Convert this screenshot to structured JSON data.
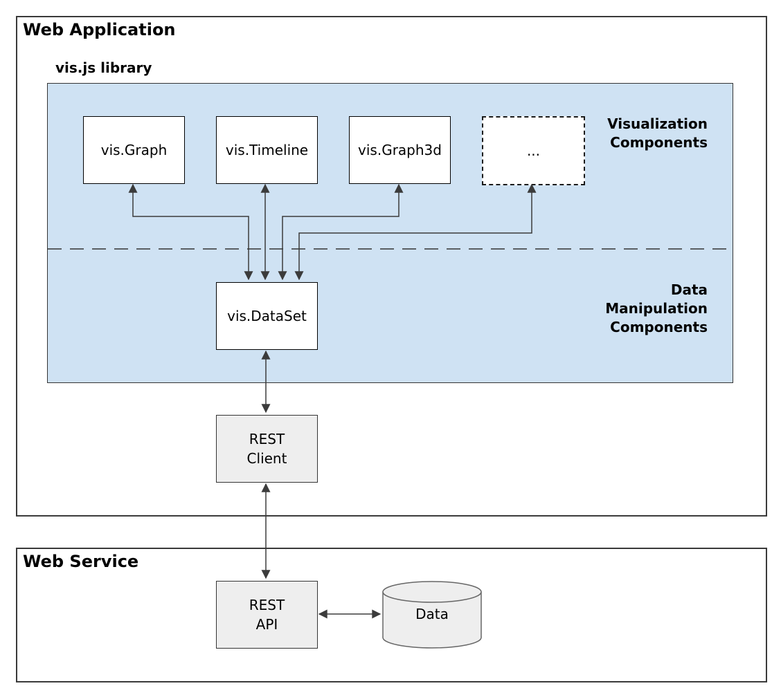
{
  "containers": {
    "web_application": "Web Application",
    "visjs_library": "vis.js library",
    "web_service": "Web Service"
  },
  "section_labels": {
    "visualization": "Visualization\nComponents",
    "data_manipulation": "Data\nManipulation\nComponents"
  },
  "nodes": {
    "vis_graph": "vis.Graph",
    "vis_timeline": "vis.Timeline",
    "vis_graph3d": "vis.Graph3d",
    "more_components": "...",
    "vis_dataset": "vis.DataSet",
    "rest_client": "REST\nClient",
    "rest_api": "REST\nAPI",
    "data_store": "Data"
  },
  "colors": {
    "library_fill": "#cfe2f3",
    "node_fill_white": "#ffffff",
    "node_fill_gray": "#eeeeee",
    "container_border": "#3a3a3a",
    "arrow": "#3b3b3b",
    "cylinder_stroke": "#666666"
  }
}
